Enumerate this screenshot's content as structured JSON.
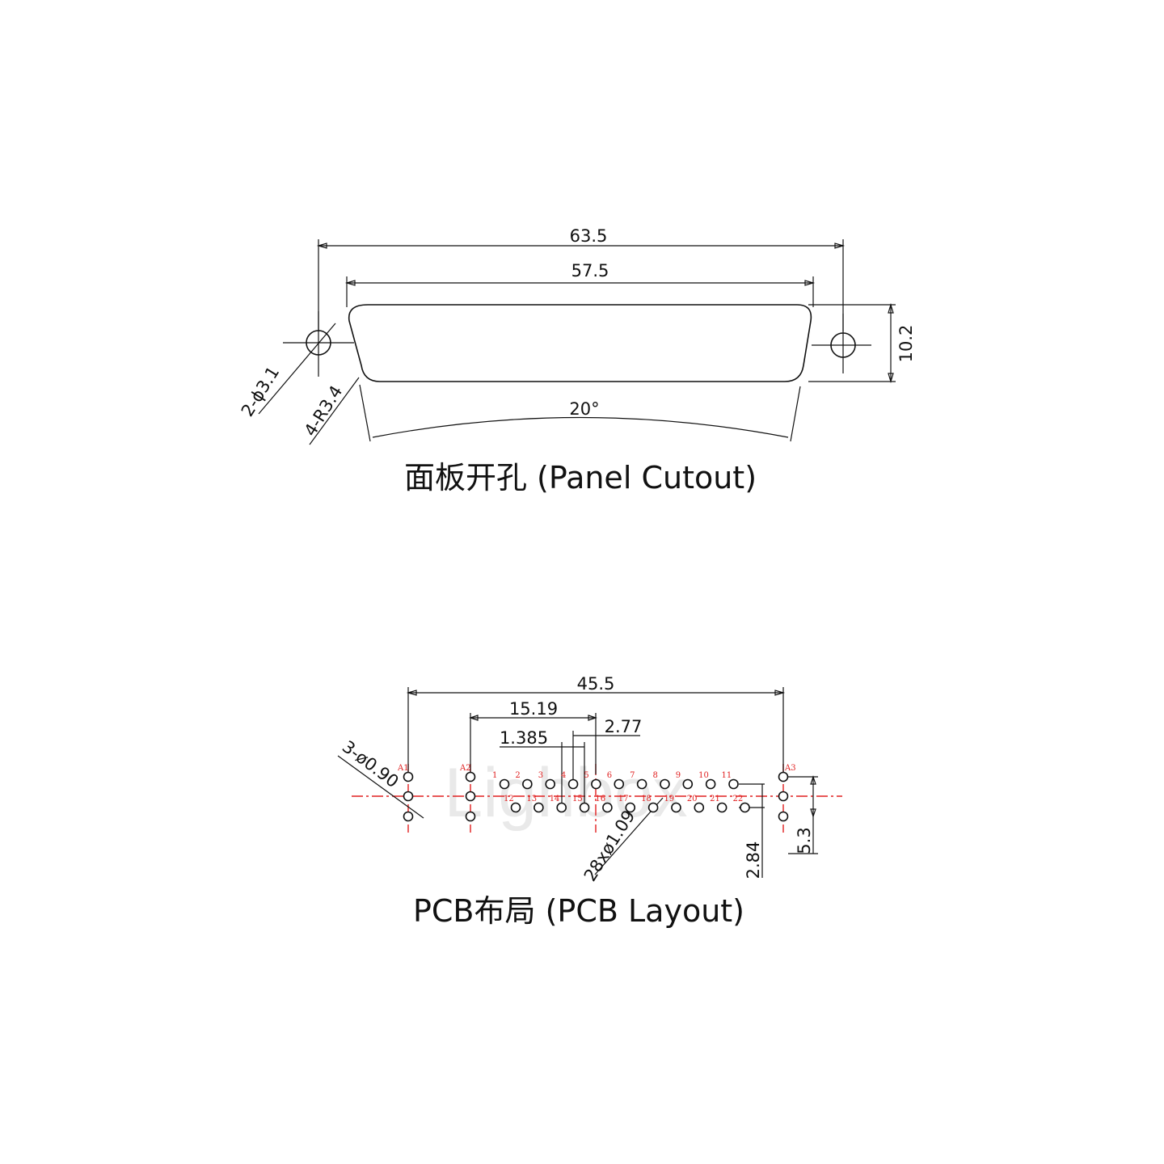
{
  "panel_cutout": {
    "title": "面板开孔 (Panel Cutout)",
    "dim_overall": "63.5",
    "dim_cutout_width": "57.5",
    "dim_height": "10.2",
    "dim_angle": "20°",
    "callout_mount_holes": "2-ϕ3.1",
    "callout_corner_radius": "4-R3.4"
  },
  "pcb_layout": {
    "title": "PCB布局 (PCB Layout)",
    "watermark": "Lighbox",
    "dim_overall": "45.5",
    "dim_15_19": "15.19",
    "dim_2_77": "2.77",
    "dim_1_385": "1.385",
    "dim_5_3": "5.3",
    "dim_2_84": "2.84",
    "callout_big_holes": "3-ø0.90",
    "callout_pin_holes": "28xø1.09",
    "row1_pins": [
      "1",
      "2",
      "3",
      "4",
      "5",
      "6",
      "7",
      "8",
      "9",
      "10",
      "11"
    ],
    "row2_pins": [
      "12",
      "13",
      "14",
      "15",
      "16",
      "17",
      "18",
      "19",
      "20",
      "21",
      "22"
    ],
    "hv_pins": [
      "A1",
      "A2",
      "A3"
    ]
  },
  "colors": {
    "line": "#111111",
    "centerline": "#e02020",
    "pin_label": "#e02020"
  }
}
